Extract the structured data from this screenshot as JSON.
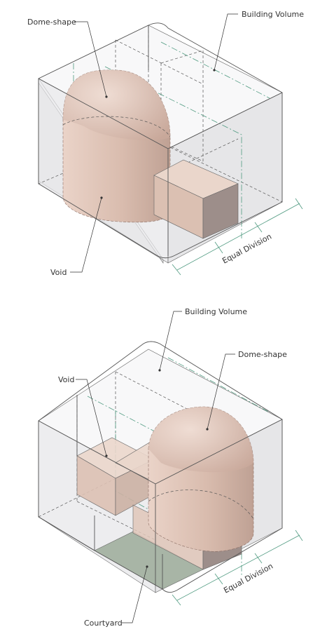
{
  "colors": {
    "shell_top": "#f3f3f3",
    "shell_left": "#e7e7e9",
    "shell_right": "#e0e0e2",
    "dome_light": "#f0ddd4",
    "dome_dark": "#c7a89c",
    "box_front": "#dbbfb1",
    "box_side": "#9e8f8b",
    "box_top": "#ead6cb",
    "courtyard": "#a9b6a7",
    "centerline": "#4f9a80"
  },
  "diagram_top": {
    "labels": {
      "dome": "Dome-shape",
      "building": "Building Volume",
      "void": "Void",
      "division": "Equal Division"
    }
  },
  "diagram_bottom": {
    "labels": {
      "building": "Building Volume",
      "dome": "Dome-shape",
      "void": "Void",
      "courtyard": "Courtyard",
      "division": "Equal Division"
    }
  }
}
